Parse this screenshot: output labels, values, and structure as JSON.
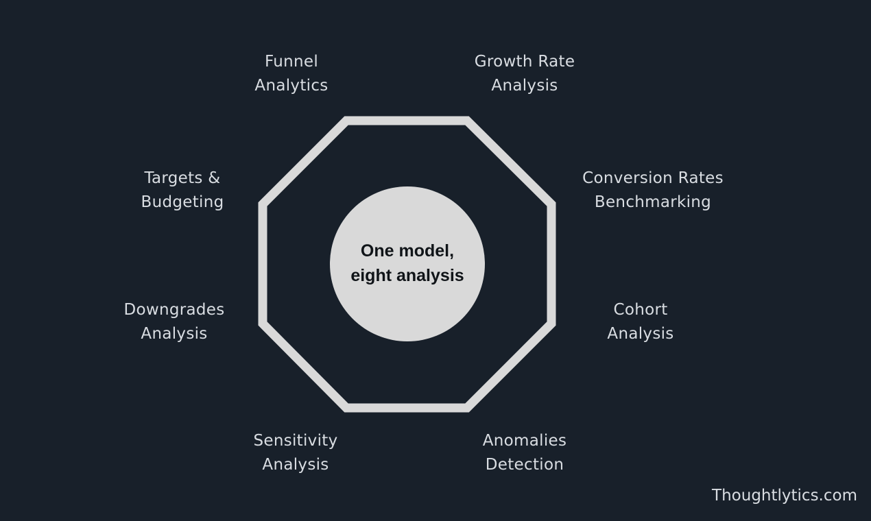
{
  "center": {
    "line1": "One model,",
    "line2": "eight analysis"
  },
  "analyses": [
    {
      "line1": "Funnel",
      "line2": "Analytics"
    },
    {
      "line1": "Growth Rate",
      "line2": "Analysis"
    },
    {
      "line1": "Conversion Rates",
      "line2": "Benchmarking"
    },
    {
      "line1": "Cohort",
      "line2": "Analysis"
    },
    {
      "line1": "Anomalies",
      "line2": "Detection"
    },
    {
      "line1": "Sensitivity",
      "line2": "Analysis"
    },
    {
      "line1": "Downgrades",
      "line2": "Analysis"
    },
    {
      "line1": "Targets &",
      "line2": "Budgeting"
    }
  ],
  "footer": {
    "brand": "Thoughtlytics.com"
  },
  "colors": {
    "background": "#18202a",
    "shape": "#d9d9d9",
    "text": "#d9dde2"
  }
}
